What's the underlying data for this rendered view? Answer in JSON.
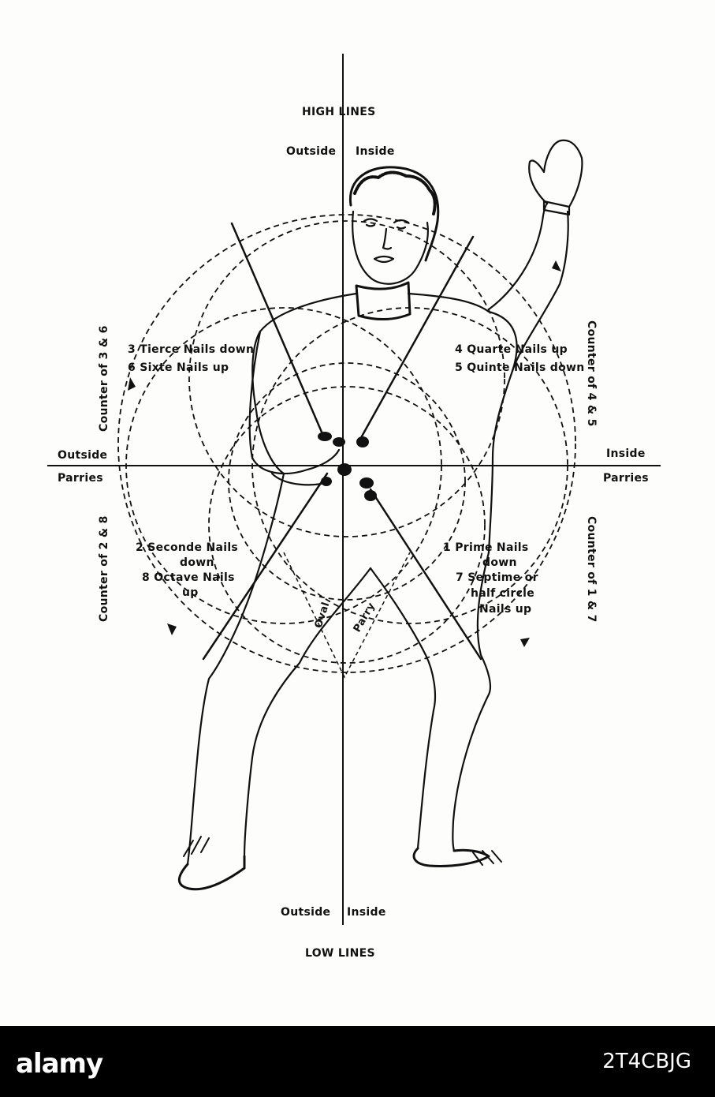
{
  "diagram": {
    "high_lines": "HIGH LINES",
    "low_lines": "LOW LINES",
    "top_outside": "Outside",
    "top_inside": "Inside",
    "bottom_outside": "Outside",
    "bottom_inside": "Inside",
    "left_outside": "Outside",
    "left_parries": "Parries",
    "right_inside": "Inside",
    "right_parries": "Parries",
    "counter_3_6": "Counter of 3 & 6",
    "counter_4_5": "Counter of 4 & 5",
    "counter_2_8": "Counter of 2 & 8",
    "counter_1_7": "Counter of 1 & 7",
    "tierce": "3 Tierce Nails down",
    "sixte": "6 Sixte Nails up",
    "quarte": "4 Quarte Nails up",
    "quinte": "5 Quinte Nails down",
    "seconde_1": "2 Seconde Nails",
    "seconde_2": "down",
    "octave_1": "8 Octave Nails",
    "octave_2": "up",
    "prime_1": "1 Prime Nails",
    "prime_2": "down",
    "septime_1": "7 Septime or",
    "septime_2": "half circle",
    "septime_3": "Nails up",
    "oval": "Oval",
    "parry": "Parry"
  },
  "footer": {
    "brand": "alamy",
    "stock_id": "2T4CBJG"
  }
}
